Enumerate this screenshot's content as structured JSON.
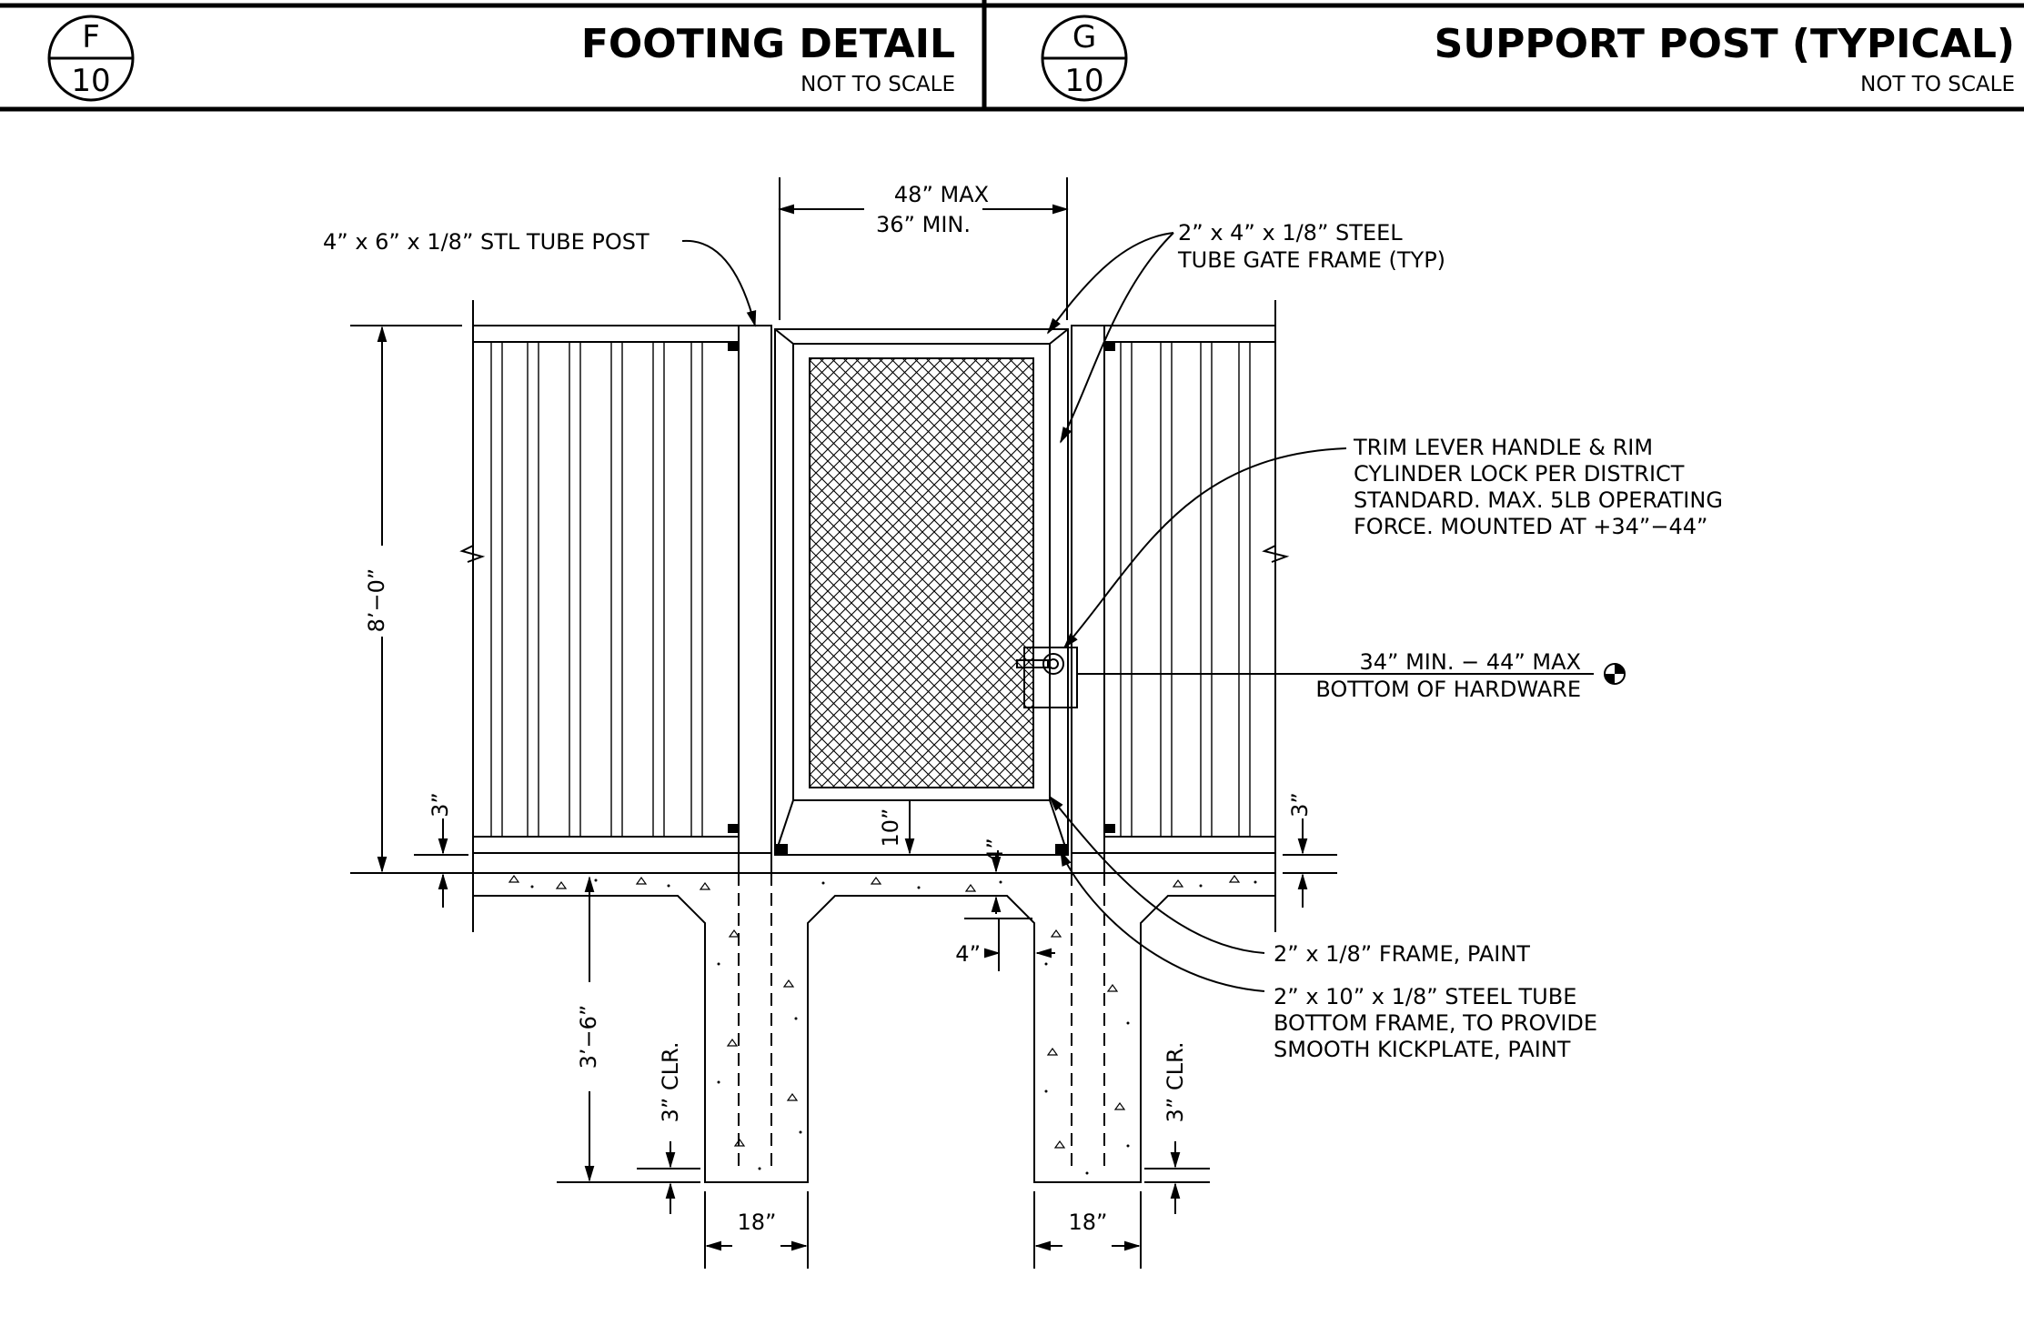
{
  "header": {
    "left": {
      "bubble_top": "F",
      "bubble_bottom": "10",
      "title": "FOOTING DETAIL",
      "subtitle": "NOT TO SCALE"
    },
    "right": {
      "bubble_top": "G",
      "bubble_bottom": "10",
      "title": "SUPPORT POST (TYPICAL)",
      "subtitle": "NOT TO SCALE"
    }
  },
  "notes": {
    "post": "4” x 6” x 1/8” STL TUBE POST",
    "gate_frame_1": "2” x 4” x 1/8” STEEL",
    "gate_frame_2": "TUBE GATE FRAME (TYP)",
    "hardware_1": "TRIM LEVER HANDLE & RIM",
    "hardware_2": "CYLINDER LOCK PER DISTRICT",
    "hardware_3": "STANDARD. MAX. 5LB OPERATING",
    "hardware_4": "FORCE. MOUNTED AT +34”−44”",
    "height_1": "34” MIN. − 44” MAX",
    "height_2": "BOTTOM OF HARDWARE",
    "frame": "2” x 1/8” FRAME, PAINT",
    "bottom_1": "2” x 10” x 1/8” STEEL TUBE",
    "bottom_2": "BOTTOM FRAME, TO PROVIDE",
    "bottom_3": "SMOOTH KICKPLATE, PAINT"
  },
  "dimensions": {
    "width_max": "48” MAX",
    "width_min": "36” MIN.",
    "height": "8’−0”",
    "left_gap": "3”",
    "right_gap": "3”",
    "gate_clearance": "10”",
    "slab_thickness": "4”",
    "footing_step": "4”",
    "footing_depth": "3’−6”",
    "left_clear": "3” CLR.",
    "right_clear": "3” CLR.",
    "left_footing_width": "18”",
    "right_footing_width": "18”"
  }
}
